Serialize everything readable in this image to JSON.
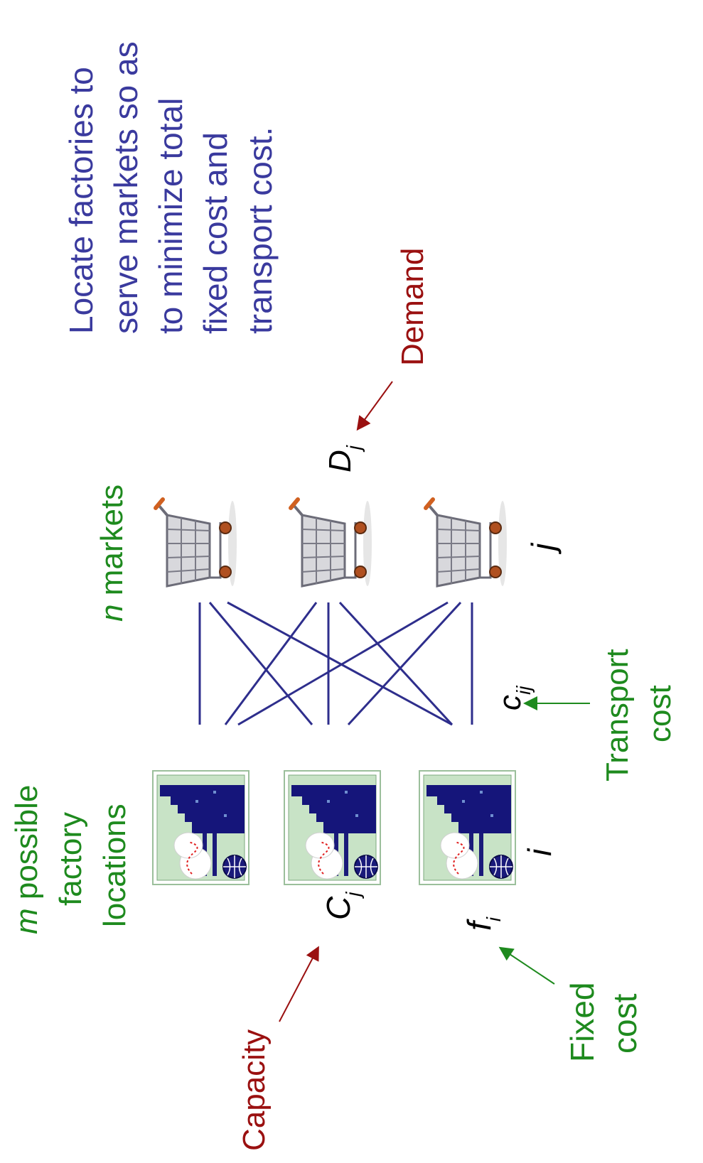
{
  "title_lines": [
    "Locate factories to",
    "serve markets so as",
    "to minimize total",
    "fixed cost and",
    "transport cost."
  ],
  "labels": {
    "demand": "Demand",
    "demand_var": "D",
    "demand_sub": "j",
    "markets_prefix": "n",
    "markets_text": " markets",
    "market_index": "j",
    "factories_prefix": "m",
    "factories_line1": " possible",
    "factories_line2": "factory",
    "factories_line3": "locations",
    "factory_index": "i",
    "capacity": "Capacity",
    "capacity_var": "C",
    "capacity_sub": "j",
    "fixed_var": "f",
    "fixed_sub": "i",
    "fixed_line1": "Fixed",
    "fixed_line2": "cost",
    "transport_var": "c",
    "transport_sub": "ij",
    "transport_line1": "Transport",
    "transport_line2": "cost"
  },
  "icons": {
    "factory": "factory-map-icon",
    "market": "shopping-cart-icon"
  },
  "colors": {
    "title": "#3a3a9e",
    "links": "#2e2e8c",
    "green_label": "#1e8a1e",
    "red_label": "#9a1010"
  }
}
